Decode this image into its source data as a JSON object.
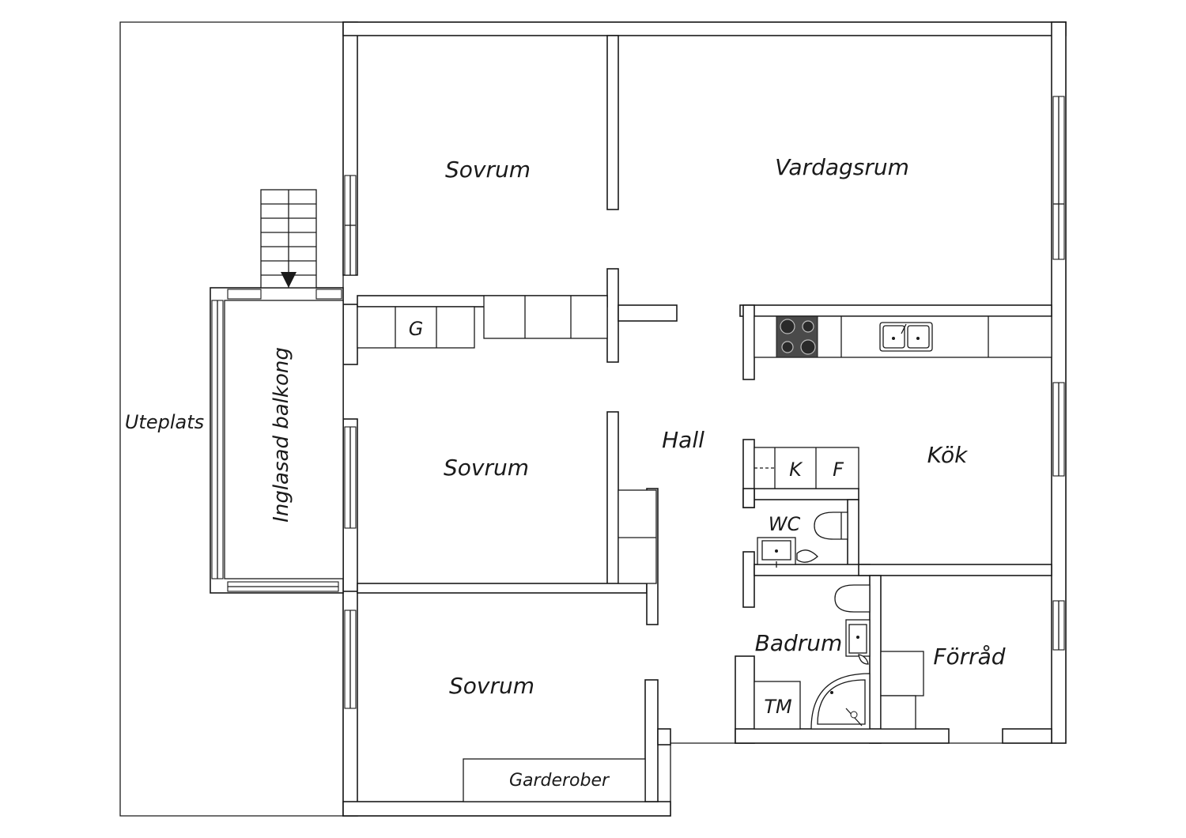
{
  "labels": {
    "sovrum_top": "Sovrum",
    "vardagsrum": "Vardagsrum",
    "g": "G",
    "uteplats": "Uteplats",
    "balkong": "Inglasad balkong",
    "sovrum_mid": "Sovrum",
    "hall": "Hall",
    "k": "K",
    "f": "F",
    "kok": "Kök",
    "wc": "WC",
    "badrum": "Badrum",
    "forrad": "Förråd",
    "sovrum_bottom": "Sovrum",
    "tm": "TM",
    "garderober": "Garderober"
  },
  "colors": {
    "line": "#1a1a1a",
    "stove": "#4a4a4a",
    "background": "#ffffff"
  }
}
